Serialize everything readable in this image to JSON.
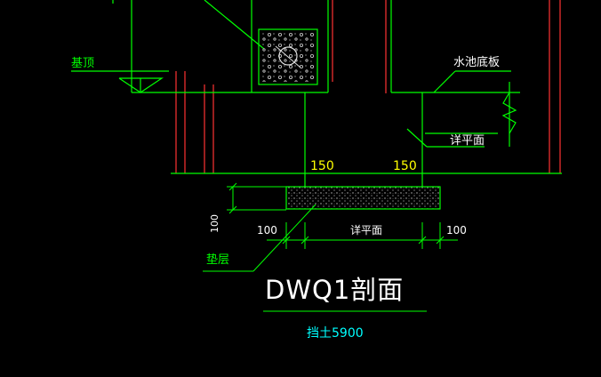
{
  "drawing": {
    "labels": {
      "foundation_top": "基顶",
      "tank_bottom_slab": "水池底板",
      "see_plan_right": "详平面",
      "cushion_layer": "垫层",
      "see_plan_bottom": "详平面"
    },
    "dimensions": {
      "left_150": "150",
      "right_150": "150",
      "height_100": "100",
      "left_100": "100",
      "right_100": "100"
    },
    "title": "DWQ1剖面",
    "subtitle": "挡土5900",
    "colors": {
      "background": "#000000",
      "green": "#00ff00",
      "red": "#ff3333",
      "yellow": "#ffff00",
      "white": "#ffffff",
      "cyan": "#00ffff",
      "hatch": "#bdbdbd"
    }
  }
}
